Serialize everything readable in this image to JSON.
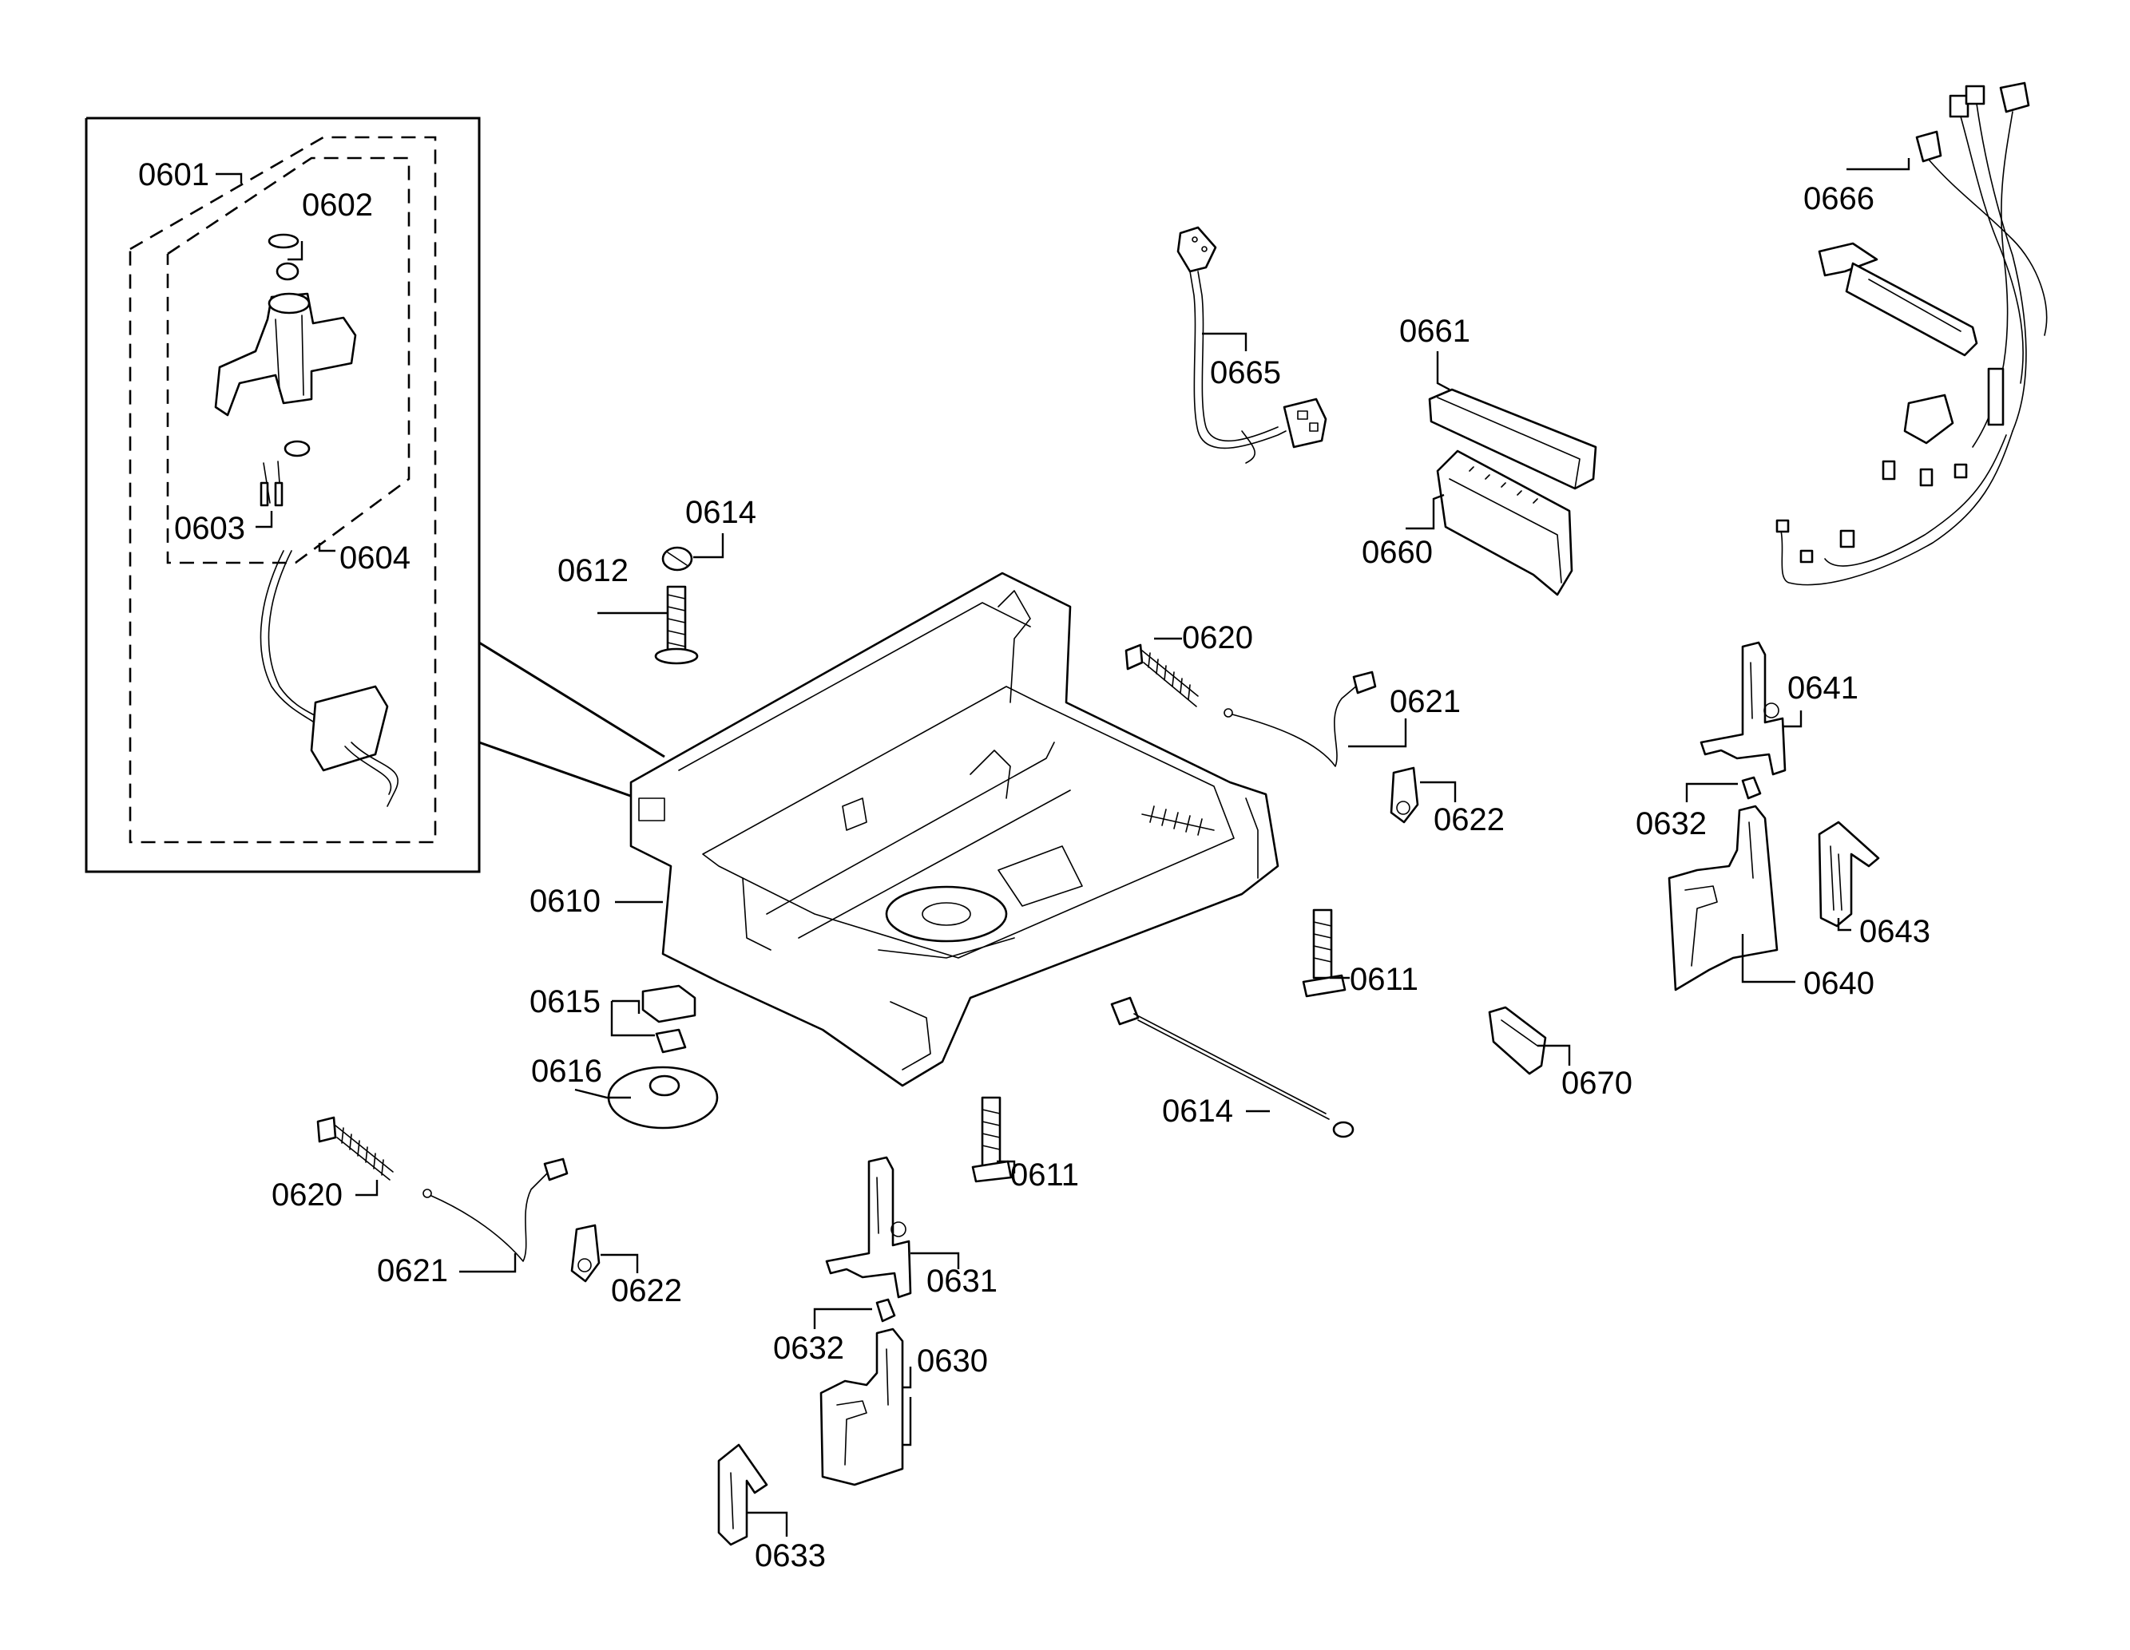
{
  "labels": {
    "p0601": "0601",
    "p0602": "0602",
    "p0603": "0603",
    "p0604": "0604",
    "p0610": "0610",
    "p0611a": "0611",
    "p0611b": "0611",
    "p0612": "0612",
    "p0614a": "0614",
    "p0614b": "0614",
    "p0615": "0615",
    "p0616": "0616",
    "p0620a": "0620",
    "p0620b": "0620",
    "p0621a": "0621",
    "p0621b": "0621",
    "p0622a": "0622",
    "p0622b": "0622",
    "p0630": "0630",
    "p0631": "0631",
    "p0632a": "0632",
    "p0632b": "0632",
    "p0633": "0633",
    "p0640": "0640",
    "p0641": "0641",
    "p0643": "0643",
    "p0660": "0660",
    "p0661": "0661",
    "p0665": "0665",
    "p0666": "0666",
    "p0670": "0670"
  }
}
